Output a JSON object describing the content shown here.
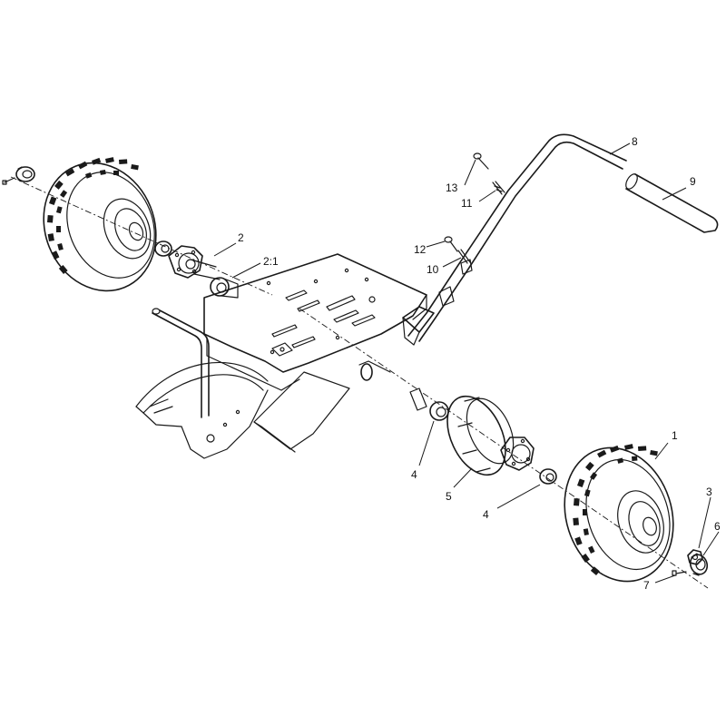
{
  "callouts": [
    {
      "id": "c1",
      "text": "1"
    },
    {
      "id": "c2",
      "text": "2"
    },
    {
      "id": "c21",
      "text": "2:1"
    },
    {
      "id": "c3",
      "text": "3"
    },
    {
      "id": "c4a",
      "text": "4"
    },
    {
      "id": "c4b",
      "text": "4"
    },
    {
      "id": "c5",
      "text": "5"
    },
    {
      "id": "c6",
      "text": "6"
    },
    {
      "id": "c7",
      "text": "7"
    },
    {
      "id": "c8",
      "text": "8"
    },
    {
      "id": "c9",
      "text": "9"
    },
    {
      "id": "c10",
      "text": "10"
    },
    {
      "id": "c11",
      "text": "11"
    },
    {
      "id": "c12",
      "text": "12"
    },
    {
      "id": "c13",
      "text": "13"
    }
  ]
}
